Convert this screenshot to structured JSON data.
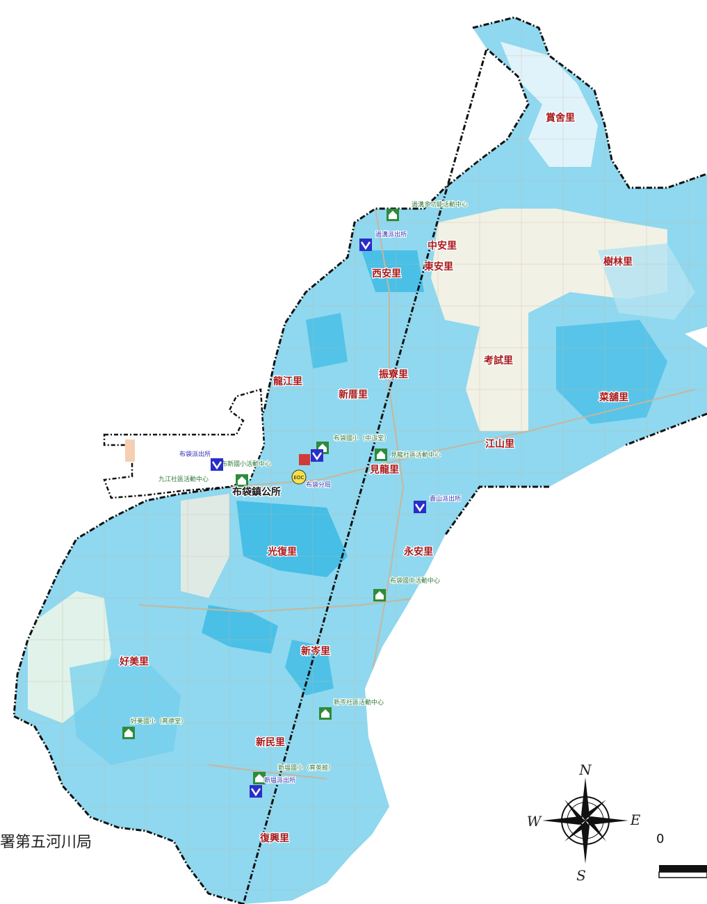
{
  "map": {
    "villages": [
      "賞舍里",
      "中安里",
      "東安里",
      "西安里",
      "樹林里",
      "考試里",
      "振寮里",
      "新厝里",
      "龍江里",
      "菜舖里",
      "江山里",
      "見龍里",
      "光復里",
      "永安里",
      "新岑里",
      "好美里",
      "新民里",
      "復興里"
    ],
    "pois": {
      "shelter_1": "過溝多功能活動中心",
      "police_1": "過溝派出所",
      "shelter_2": "布袋國小（中正堂）",
      "shelter_3": "見龍社區活動中心",
      "police_2": "布袋派出所",
      "shelter_4": "布新國小活動中心",
      "shelter_5": "九江社區活動中心",
      "police_3": "布袋分局",
      "police_4": "貴山派出所",
      "shelter_6": "布袋國中活動中心",
      "shelter_7": "新岑社區活動中心",
      "shelter_8": "好美國小（育德堂）",
      "shelter_9": "新塭國小（育英館）",
      "police_5": "新塭派出所",
      "eoc": "EOC"
    },
    "town_office": "布袋鎮公所",
    "source_text": "署第五河川局",
    "scale_zero": "0",
    "compass": {
      "n": "N",
      "s": "S",
      "e": "E",
      "w": "W"
    },
    "colors": {
      "flood_light": "#b3e4f2",
      "flood_mid": "#6fcfec",
      "flood_deep": "#2fb5e2",
      "base_land": "#f7f2e4",
      "boundary": "#111111",
      "village_label": "#a8191c"
    }
  }
}
